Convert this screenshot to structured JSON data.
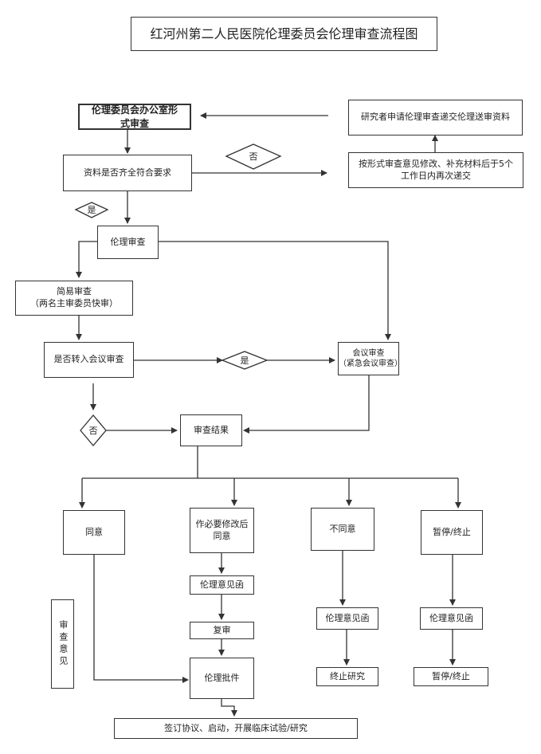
{
  "title": "红河州第二人民医院伦理委员会伦理审查流程图",
  "nodes": {
    "formal_review": "伦理委员会办公室形式审查",
    "submit_materials": "研究者申请伦理审查递交伦理送审资料",
    "complete_check": "资料是否齐全符合要求",
    "resubmit": "按形式审查意见修改、补充材料后于5个工作日内再次递交",
    "ethics_review": "伦理审查",
    "simple_review": "简易审查\n（两名主审委员快审）",
    "transfer_check": "是否转入会议审查",
    "meeting_review": "会议审查\n（紧急会议审查）",
    "review_result": "审查结果",
    "agree": "同意",
    "modify_agree": "作必要修改后同意",
    "disagree": "不同意",
    "suspend": "暂停/终止",
    "opinion_letter_1": "伦理意见函",
    "re_review": "复审",
    "approval": "伦理批件",
    "opinion_letter_2": "伦理意见函",
    "opinion_letter_3": "伦理意见函",
    "terminate_study": "终止研究",
    "suspend_terminate": "暂停/终止",
    "sign_start": "签订协议、启动，开展临床试验/研究",
    "review_opinion": "审查意见"
  },
  "decisions": {
    "no_1": "否",
    "yes_1": "是",
    "yes_2": "是",
    "no_2": "否"
  },
  "colors": {
    "line": "#333333",
    "background": "#ffffff"
  }
}
